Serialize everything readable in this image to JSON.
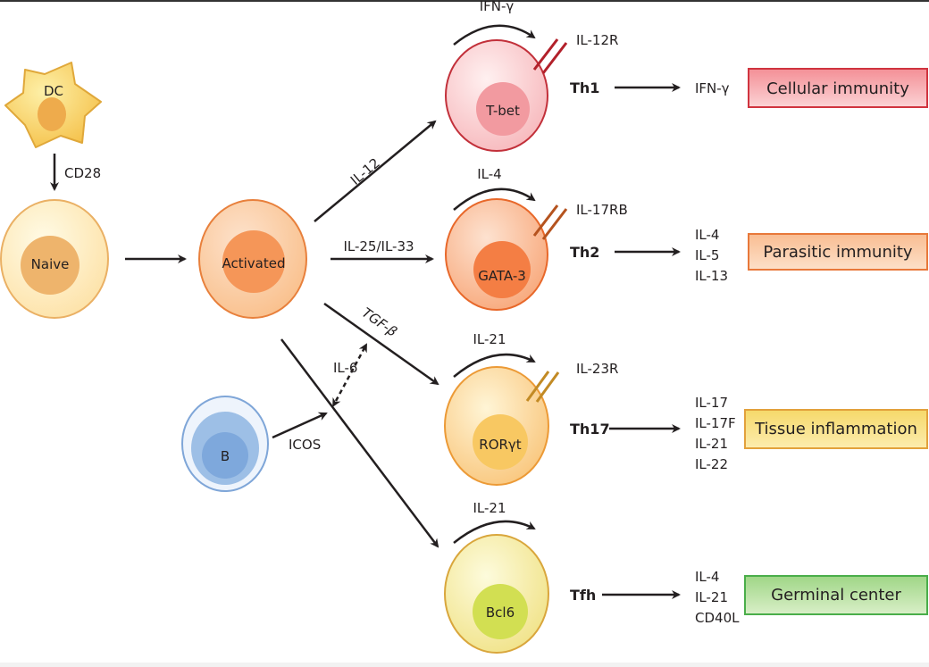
{
  "cells": {
    "dc": "DC",
    "naive": "Naive",
    "activated": "Activated",
    "b": "B",
    "th1_tf": "T-bet",
    "th2_tf": "GATA-3",
    "th17_tf": "RORγt",
    "tfh_tf": "Bcl6"
  },
  "arrows": {
    "cd28": "CD28",
    "il12": "IL-12",
    "il25_il33": "IL-25/IL-33",
    "tgfb": "TGF-β",
    "il6": "IL-6",
    "icos": "ICOS"
  },
  "subsets": [
    {
      "name": "Th1",
      "autocrine": "IFN-γ",
      "receptor": "IL-12R",
      "cytokines": [
        "IFN-γ"
      ],
      "function": "Cellular immunity",
      "color": "#f4a3a8",
      "border": "#d0343f"
    },
    {
      "name": "Th2",
      "autocrine": "IL-4",
      "receptor": "IL-17RB",
      "cytokines": [
        "IL-4",
        "IL-5",
        "IL-13"
      ],
      "function": "Parasitic immunity",
      "color": "#fbcfa6",
      "border": "#e8783a"
    },
    {
      "name": "Th17",
      "autocrine": "IL-21",
      "receptor": "IL-23R",
      "cytokines": [
        "IL-17",
        "IL-17F",
        "IL-21",
        "IL-22"
      ],
      "function": "Tissue inflammation",
      "color": "#f9e08a",
      "border": "#e2a13c"
    },
    {
      "name": "Tfh",
      "autocrine": "IL-21",
      "receptor": "",
      "cytokines": [
        "IL-4",
        "IL-21",
        "CD40L"
      ],
      "function": "Germinal center",
      "color": "#b9e3a0",
      "border": "#4aae4a"
    }
  ]
}
